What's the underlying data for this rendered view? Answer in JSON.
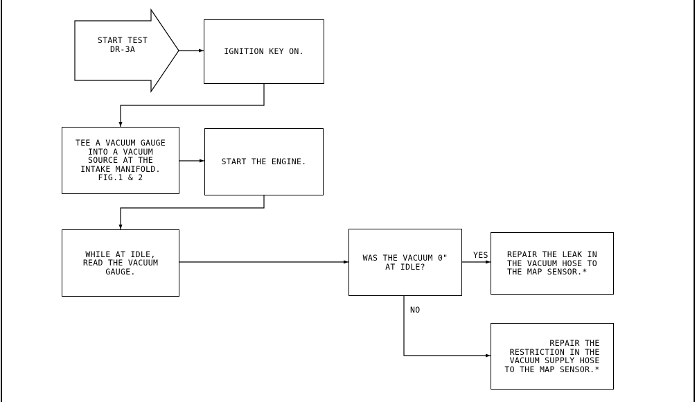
{
  "diagram": {
    "start": {
      "text": "START TEST\nDR-3A"
    },
    "step_ignition": {
      "text": "IGNITION KEY ON."
    },
    "step_tee_gauge": {
      "text": "TEE A VACUUM GAUGE\nINTO A VACUUM\nSOURCE AT THE\nINTAKE MANIFOLD.\nFIG.1 & 2"
    },
    "step_start_engine": {
      "text": "START THE ENGINE."
    },
    "step_read_gauge": {
      "text": "WHILE AT IDLE,\nREAD THE VACUUM\nGAUGE."
    },
    "decision_vacuum": {
      "text": "WAS THE VACUUM 0\"\nAT IDLE?"
    },
    "result_leak": {
      "text": "REPAIR THE LEAK IN\nTHE VACUUM HOSE TO\nTHE MAP SENSOR.*"
    },
    "result_restriction": {
      "text": "REPAIR THE\nRESTRICTION IN THE\nVACUUM SUPPLY HOSE\nTO THE MAP SENSOR.*"
    },
    "label_yes": "YES",
    "label_no": "NO"
  }
}
